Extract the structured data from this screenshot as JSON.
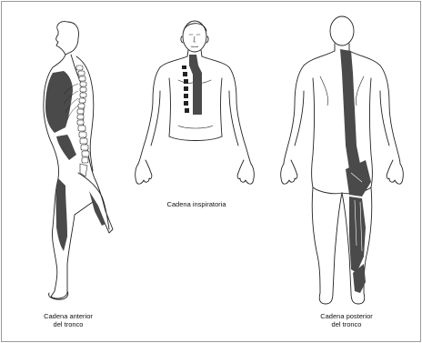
{
  "figures": {
    "left": {
      "caption_line1": "Cadena anterior",
      "caption_line2": "del tronco"
    },
    "middle": {
      "caption_line1": "Cadena inspiratoria"
    },
    "right": {
      "caption_line1": "Cadena posterior",
      "caption_line2": "del tronco"
    }
  },
  "colors": {
    "outline": "#222222",
    "fill": "#4a4a4a",
    "paper": "#ffffff",
    "border": "#9a9a9a"
  }
}
